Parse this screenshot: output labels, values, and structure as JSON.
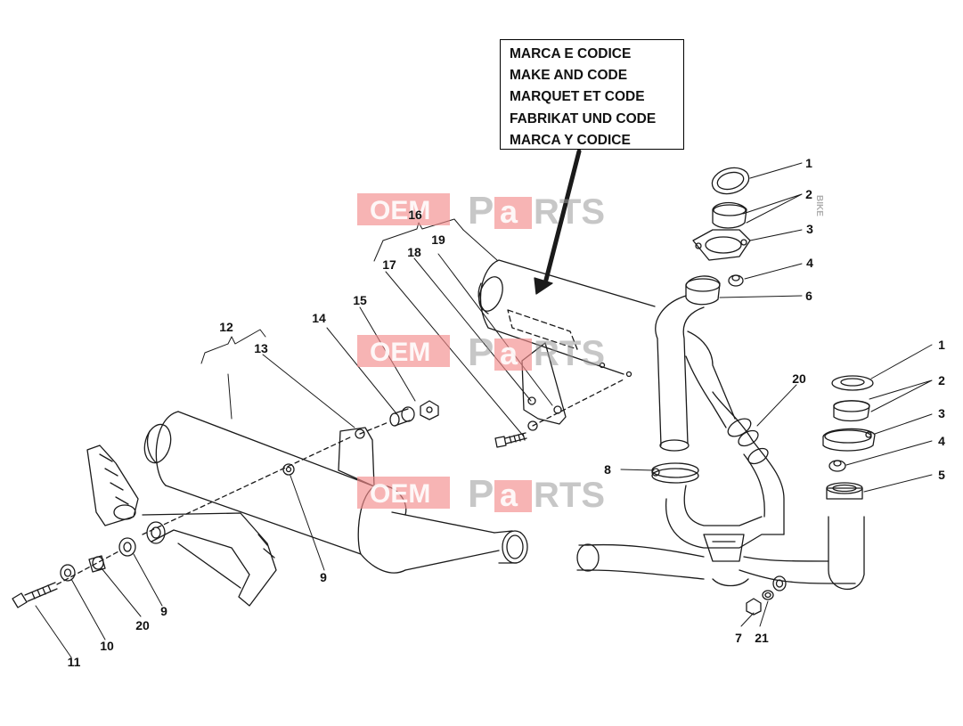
{
  "legend": {
    "lines": [
      "MARCA E CODICE",
      "MAKE AND CODE",
      "MARQUET ET CODE",
      "FABRIKAT UND CODE",
      "MARCA Y CODICE"
    ]
  },
  "watermark": {
    "left": "OEM",
    "vertical": "BIKE",
    "right_p": "P",
    "right_a": "a",
    "right_rts": "RTS"
  },
  "callouts": {
    "c1a": "1",
    "c2a": "2",
    "c3a": "3",
    "c4a": "4",
    "c6": "6",
    "c1b": "1",
    "c2b": "2",
    "c3b": "3",
    "c4b": "4",
    "c5": "5",
    "c7": "7",
    "c21": "21",
    "c8": "8",
    "c20a": "20",
    "c16": "16",
    "c17": "17",
    "c18": "18",
    "c19": "19",
    "c12": "12",
    "c13": "13",
    "c14": "14",
    "c15": "15",
    "c9a": "9",
    "c9b": "9",
    "c20b": "20",
    "c10": "10",
    "c11": "11"
  },
  "colors": {
    "line": "#1a1a1a",
    "watermark_red": "#f28c8c",
    "watermark_gray": "#c8c8c8",
    "watermark_dark": "#9a9a9a"
  }
}
